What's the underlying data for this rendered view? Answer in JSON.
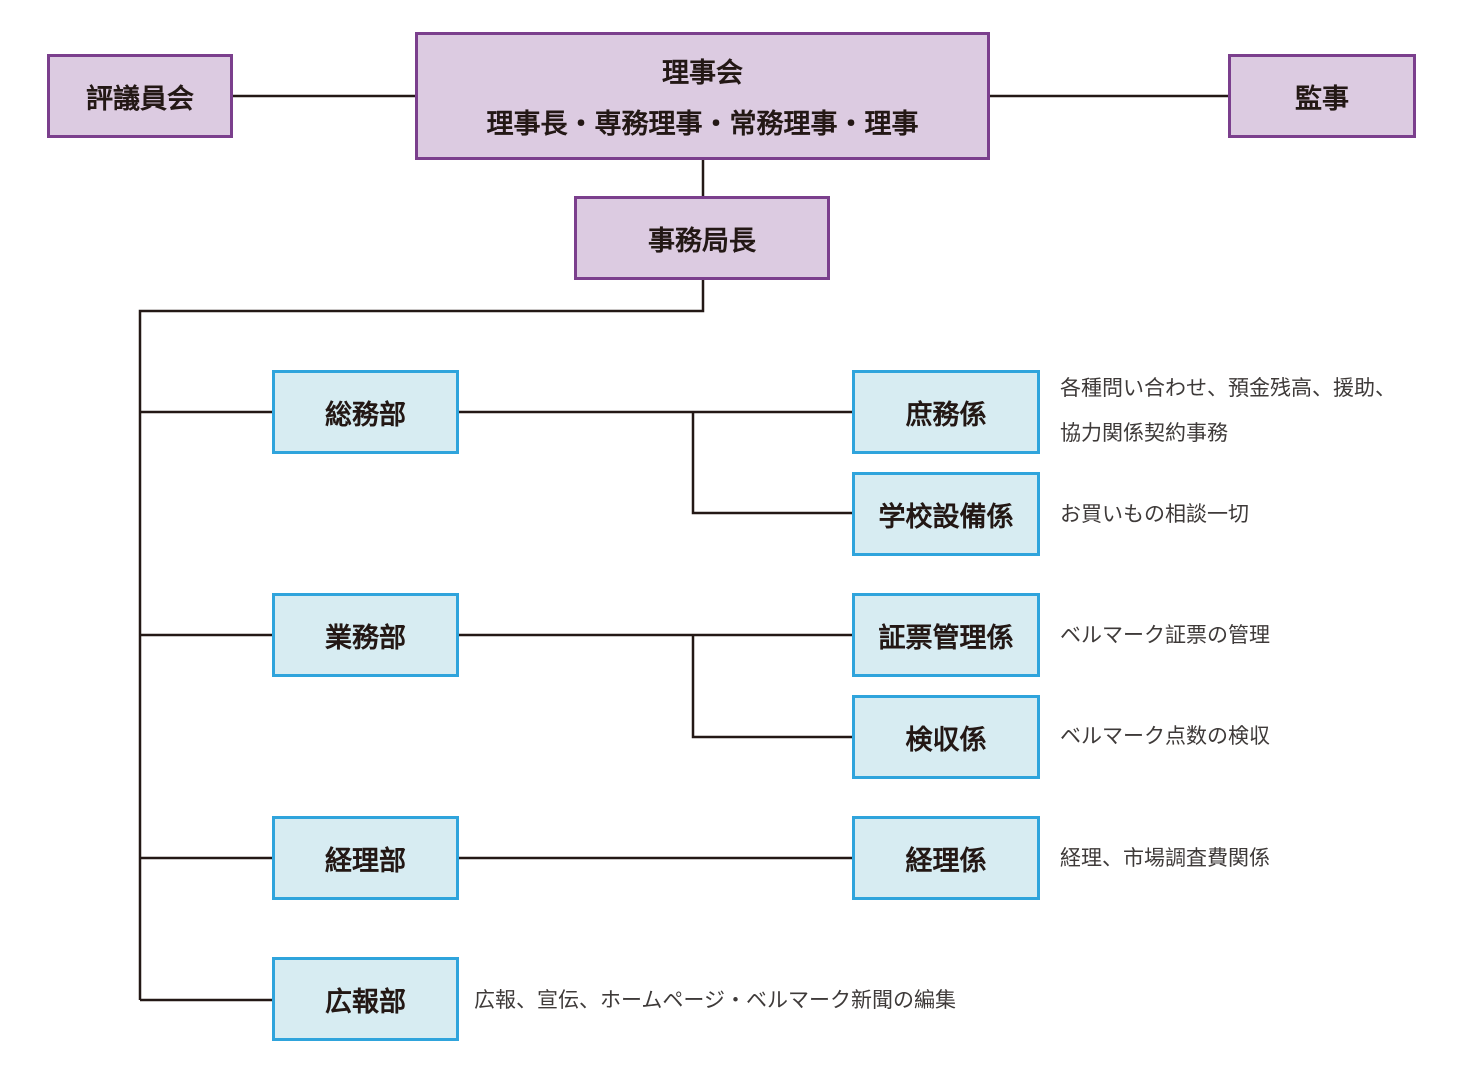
{
  "nodes": {
    "council": "評議員会",
    "board_title": "理事会",
    "board_members": "理事長・専務理事・常務理事・理事",
    "auditor": "監事",
    "secretary_general": "事務局長",
    "general_affairs_dept": "総務部",
    "business_dept": "業務部",
    "accounting_dept": "経理部",
    "pr_dept": "広報部",
    "general_section": "庶務係",
    "school_equipment_section": "学校設備係",
    "voucher_section": "証票管理係",
    "inspection_section": "検収係",
    "accounting_section": "経理係"
  },
  "notes": {
    "general_section_line1": "各種問い合わせ、預金残高、援助、",
    "general_section_line2": "協力関係契約事務",
    "school_equipment_section": "お買いもの相談一切",
    "voucher_section": "ベルマーク証票の管理",
    "inspection_section": "ベルマーク点数の検収",
    "accounting_section": "経理、市場調査費関係",
    "pr_dept": "広報、宣伝、ホームページ・ベルマーク新聞の編集"
  },
  "colors": {
    "executive_fill": "#dccbe1",
    "executive_border": "#7b3f8d",
    "dept_fill": "#d7ecf2",
    "dept_border": "#2fa4dc",
    "connector": "#231815"
  }
}
